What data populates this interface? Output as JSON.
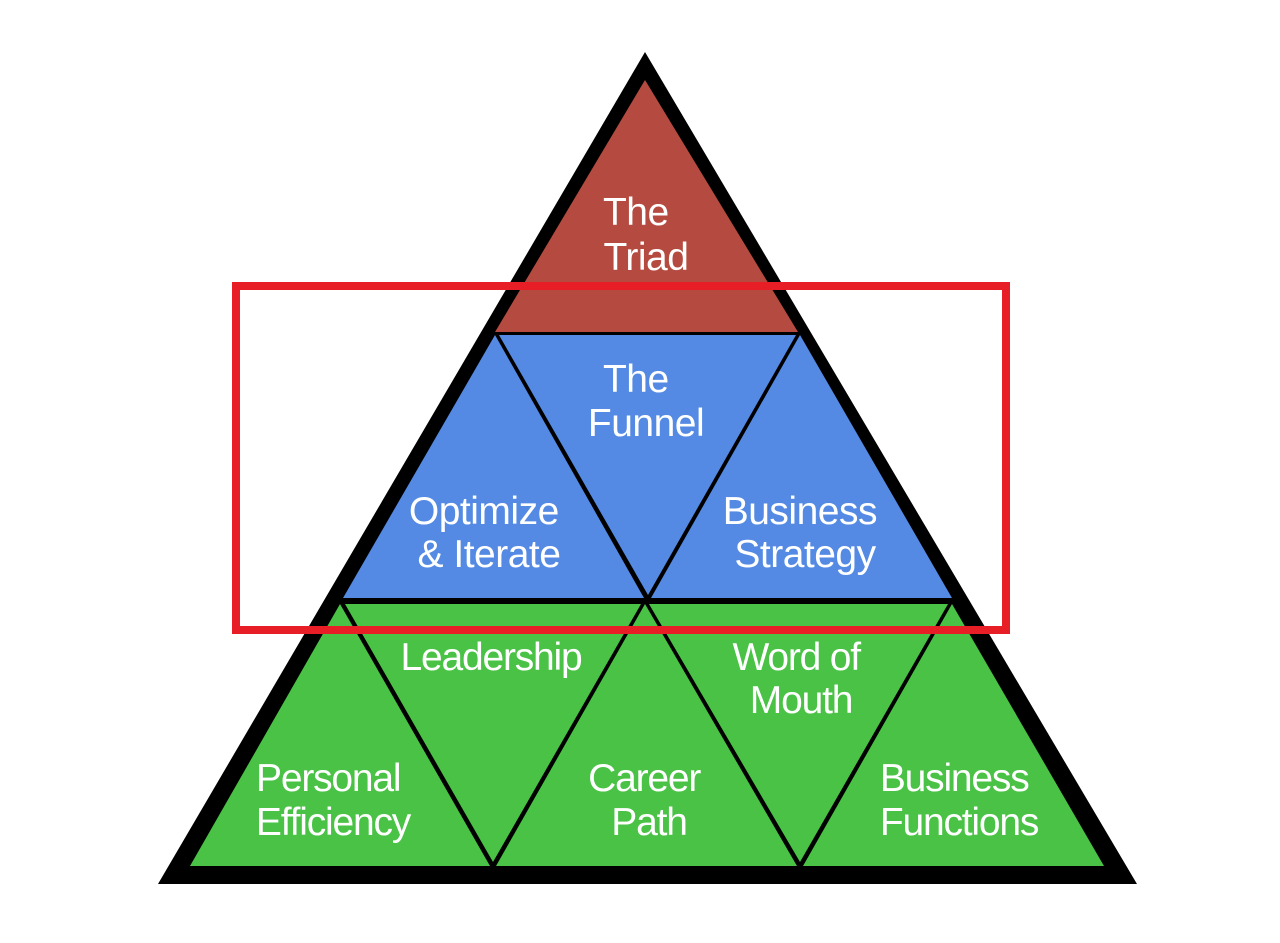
{
  "colors": {
    "background": "#ffffff",
    "outline": "#000000",
    "top_tier": "#b54b40",
    "middle_tier": "#548ae3",
    "bottom_tier": "#49c245",
    "highlight_box": "#e81e26",
    "label_text": "#ffffff"
  },
  "pyramid": {
    "top": {
      "triad": {
        "line1": "The",
        "line2": "Triad"
      }
    },
    "middle": {
      "funnel": {
        "line1": "The",
        "line2": "Funnel"
      },
      "optimize": {
        "line1": "Optimize",
        "line2": "& Iterate"
      },
      "strategy": {
        "line1": "Business",
        "line2": "Strategy"
      }
    },
    "bottom": {
      "leadership": {
        "line1": "Leadership"
      },
      "word_of_mouth": {
        "line1": "Word of",
        "line2": "Mouth"
      },
      "personal_efficiency": {
        "line1": "Personal",
        "line2": "Efficiency"
      },
      "career_path": {
        "line1": "Career",
        "line2": "Path"
      },
      "business_functions": {
        "line1": "Business",
        "line2": "Functions"
      }
    }
  },
  "highlight": {
    "description_visible": false
  }
}
